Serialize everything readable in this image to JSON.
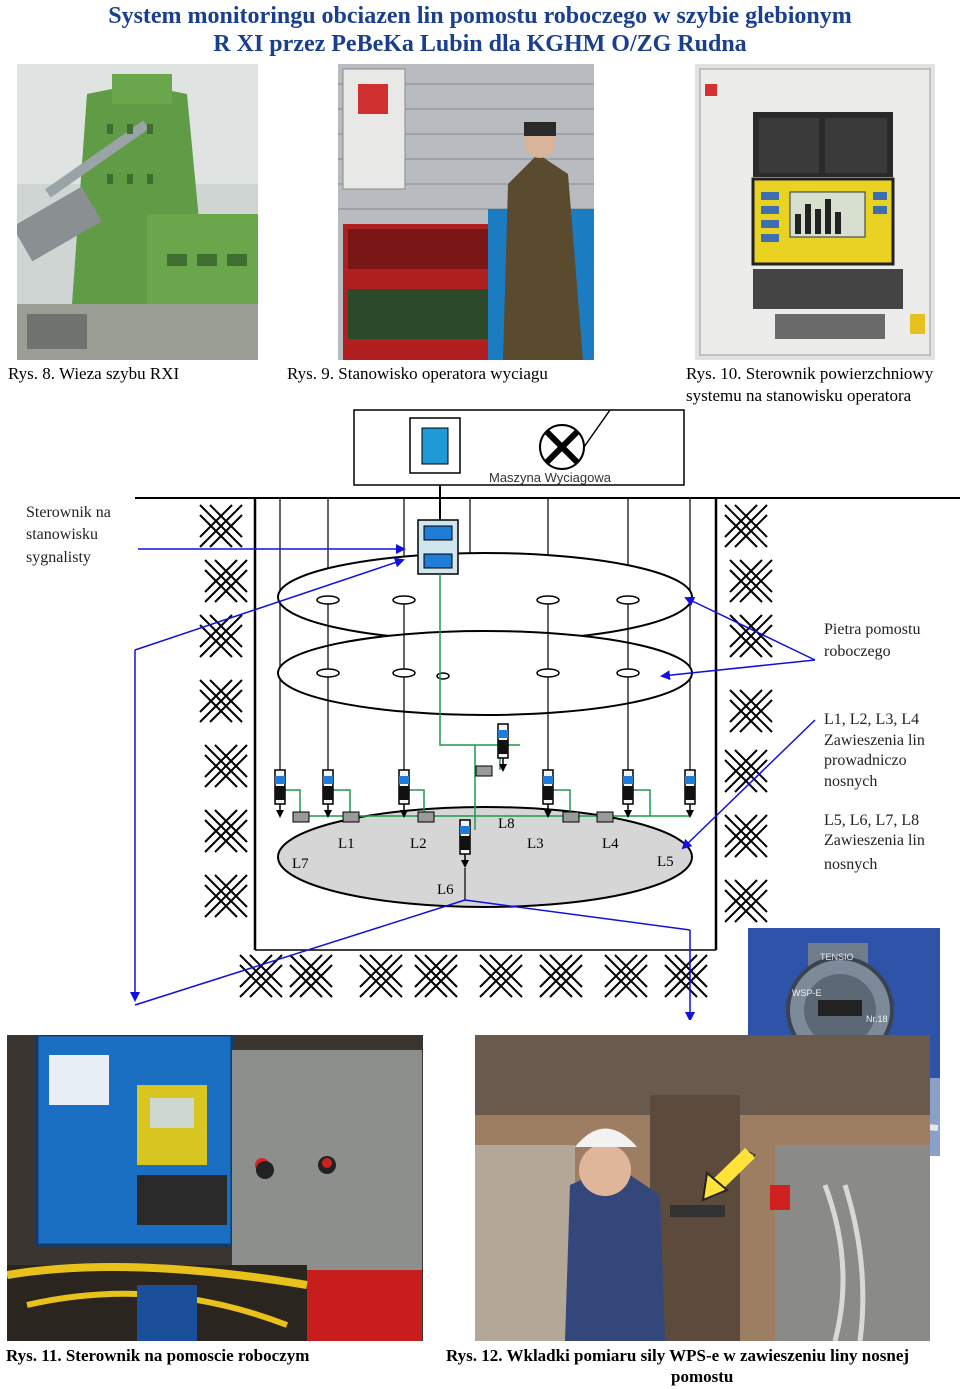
{
  "title": {
    "line1": "System monitoringu obciazen lin pomostu roboczego w szybie glebionym",
    "line2": "R XI przez PeBeKa Lubin dla KGHM O/ZG Rudna"
  },
  "figures": {
    "fig8": "Rys. 8. Wieza szybu RXI",
    "fig9": "Rys. 9.  Stanowisko operatora wyciagu",
    "fig10_line1": "Rys. 10.  Sterownik powierzchniowy",
    "fig10_line2": "systemu na stanowisku operatora",
    "fig11": "Rys. 11. Sterownik na pomoscie roboczym",
    "fig12_line1": "Rys. 12. Wkladki pomiaru sily WPS-e w zawieszeniu liny nosnej",
    "fig12_line2": "pomostu"
  },
  "diagram": {
    "machine_label": "Maszyna Wyciagowa",
    "signal_controller": [
      "Sterownik na",
      "stanowisku",
      "sygnalisty"
    ],
    "platform_levels": [
      "Pietra pomostu",
      "roboczego"
    ],
    "guide_ropes": [
      "L1, L2, L3, L4",
      "Zawieszenia lin",
      "prowadniczo",
      "nosnych"
    ],
    "carry_ropes": [
      "L5, L6, L7, L8",
      "Zawieszenia lin",
      "nosnych"
    ],
    "rope_labels": {
      "L1": "L1",
      "L2": "L2",
      "L3": "L3",
      "L4": "L4",
      "L5": "L5",
      "L6": "L6",
      "L7": "L7",
      "L8": "L8"
    }
  },
  "photo_text": {
    "sensor_brand": "TENSIO",
    "sensor_model": "WSP-E",
    "sensor_number": "Nr.18"
  },
  "colors": {
    "title": "#1a3f8f",
    "tower_green": "#5f9c45",
    "panel_blue": "#1b6fc2",
    "arrow_blue": "#1010e0",
    "platform_gray": "#d6d6d6",
    "cable_green": "#1e9a4a"
  }
}
